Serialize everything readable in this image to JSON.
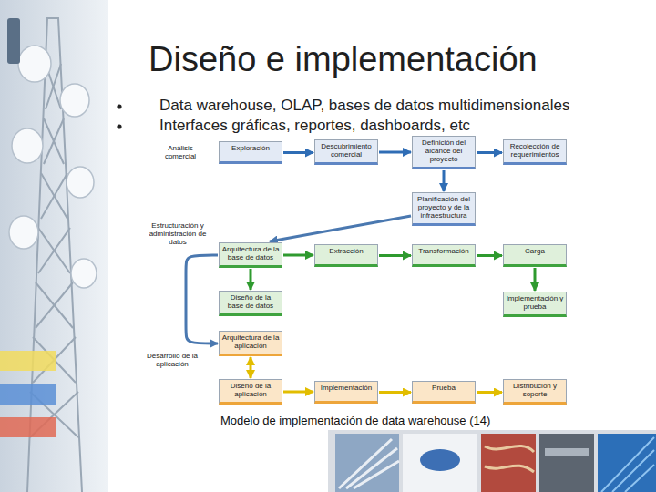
{
  "diagram": {
    "title": "Diseño e implementación",
    "caption": "Modelo de implementación de data warehouse (14)",
    "nodes": [
      {
        "text": [
          "Exploración"
        ]
      },
      {
        "text": [
          "Descubrimiento comercial"
        ]
      },
      {
        "text": [
          "Definición del alcance del proyecto"
        ]
      },
      {
        "text": [
          "Recolección de requerimientos"
        ]
      },
      {
        "text": [
          "Planificación del proyecto y de la infraestructura"
        ]
      },
      {
        "text": [
          "Arquitectura de la base de datos"
        ]
      },
      {
        "text": [
          "Extracción"
        ]
      },
      {
        "text": [
          "Transformación"
        ]
      },
      {
        "text": [
          "Carga"
        ]
      },
      {
        "text": [
          "Diseño de la base de datos"
        ]
      },
      {
        "text": [
          "Implementación y prueba"
        ]
      },
      {
        "text": [
          "Arquitectura de la aplicación"
        ]
      },
      {
        "text": [
          "Diseño de la aplicación"
        ]
      },
      {
        "text": [
          "Implementación"
        ]
      },
      {
        "text": [
          "Prueba"
        ]
      },
      {
        "text": [
          "Distribución y soporte"
        ]
      }
    ],
    "edges": [
      {
        "from": 0,
        "to": 1,
        "arrow": "to"
      },
      {
        "from": 1,
        "to": 2,
        "arrow": "to"
      },
      {
        "from": 2,
        "to": 3,
        "arrow": "to"
      },
      {
        "from": 2,
        "to": 4,
        "arrow": "to"
      },
      {
        "from": 4,
        "to": 5,
        "arrow": "to"
      },
      {
        "from": 5,
        "to": 6,
        "arrow": "to"
      },
      {
        "from": 6,
        "to": 7,
        "arrow": "to"
      },
      {
        "from": 7,
        "to": 8,
        "arrow": "to"
      },
      {
        "from": 5,
        "to": 9,
        "arrow": "to"
      },
      {
        "from": 8,
        "to": 10,
        "arrow": "to"
      },
      {
        "from": 5,
        "to": 11,
        "arrow": "to"
      },
      {
        "from": 11,
        "to": 12,
        "arrow": "both"
      },
      {
        "from": 12,
        "to": 13,
        "arrow": "to"
      },
      {
        "from": 13,
        "to": 14,
        "arrow": "to"
      },
      {
        "from": 14,
        "to": 15,
        "arrow": "to"
      }
    ],
    "labels": [
      "Data warehouse, OLAP, bases de datos multidimensionales",
      "Interfaces gráficas, reportes, dashboards, etc",
      "Análisis comercial",
      "Estructuración y administración de datos",
      "Desarrollo de la aplicación"
    ]
  }
}
